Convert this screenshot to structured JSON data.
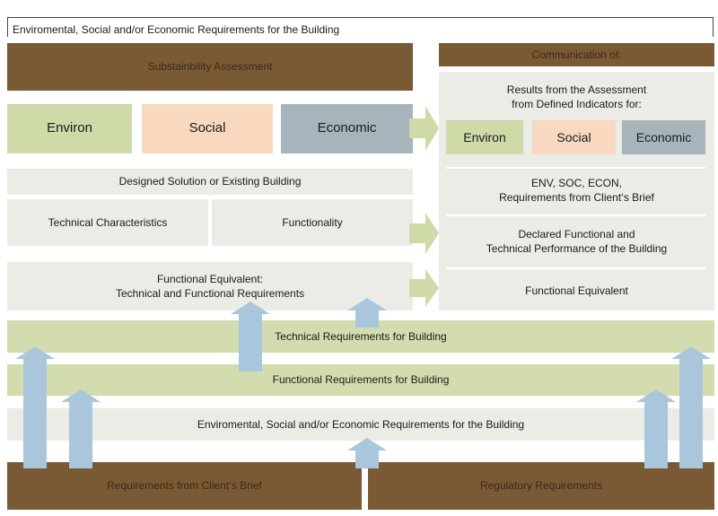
{
  "header": {
    "title": "Enviromental, Social and/or Economic Requirements for the Building"
  },
  "left": {
    "sustainability": "Substainbility Assessment",
    "pillars": {
      "environ": "Environ",
      "social": "Social",
      "economic": "Economic"
    },
    "designed_solution": "Designed Solution or Existing Building",
    "technical_characteristics": "Technical Characteristics",
    "functionality": "Functionality",
    "functional_equivalent": "Functional Equivalent:\nTechnical and Functional Requirements"
  },
  "right": {
    "communication": "Communication of:",
    "results": "Results from the Assessment\nfrom Defined Indicators for:",
    "pillars": {
      "environ": "Environ",
      "social": "Social",
      "economic": "Economic"
    },
    "requirements_brief": "ENV, SOC, ECON,\nRequirements from Client‘s Brief",
    "declared_performance": "Declared Functional and\nTechnical Performance of the Building",
    "functional_equivalent": "Functional Equivalent"
  },
  "bands": {
    "technical": "Technical Requirements for Building",
    "functional": "Functional Requirements for Building",
    "env_soc_econ": "Enviromental, Social and/or Economic Requirements for the Building"
  },
  "bottom": {
    "client_brief": "Requirements from Client‘s Brief",
    "regulatory": "Regulatory Requirements"
  },
  "colors": {
    "brown": "#7a5a35",
    "gray": "#ebece6",
    "green_band": "#d2dcae",
    "environ": "#cfdaa9",
    "social": "#f8d8bf",
    "economic": "#a6b5bc",
    "arrow_blue": "#a9c6dc",
    "arrow_green": "#cfdaa9"
  }
}
